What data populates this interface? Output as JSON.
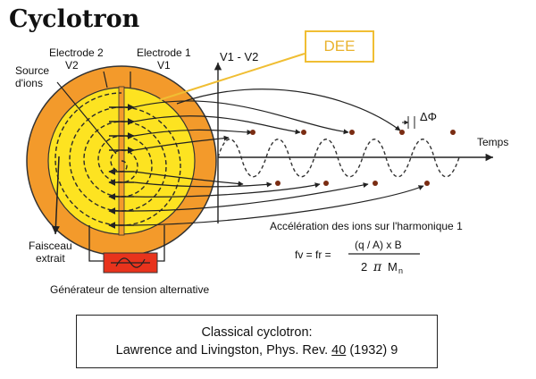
{
  "title": "Cyclotron",
  "labels": {
    "electrode2": "Electrode 2",
    "v2": "V2",
    "electrode1": "Electrode 1",
    "v1": "V1",
    "source_line1": "Source",
    "source_line2": "d'ions",
    "v_axis": "V1 - V2",
    "time_axis": "Temps",
    "delta_phi": "ΔΦ",
    "beam_line1": "Faisceau",
    "beam_line2": "extrait",
    "generator": "Générateur de tension alternative",
    "acceleration": "Accélération des ions sur l'harmonique 1",
    "formula_lhs": "fv = fr =",
    "formula_num": "(q / A) x B",
    "formula_den_2": "2",
    "formula_den_pi": "π",
    "formula_den_m": "M",
    "formula_den_sub": "n"
  },
  "callout": {
    "text": "DEE",
    "color": "#f0be33"
  },
  "caption": {
    "line1": "Classical cyclotron:",
    "line2_pre": "Lawrence and Livingston, Phys. Rev. ",
    "line2_vol": "40",
    "line2_post": " (1932) 9"
  },
  "colors": {
    "outer_ring": "#f39a2b",
    "dee_fill": "#fde321",
    "spiral": "#2a2a2a",
    "generator_box": "#e8331c",
    "callout": "#f0be33"
  }
}
